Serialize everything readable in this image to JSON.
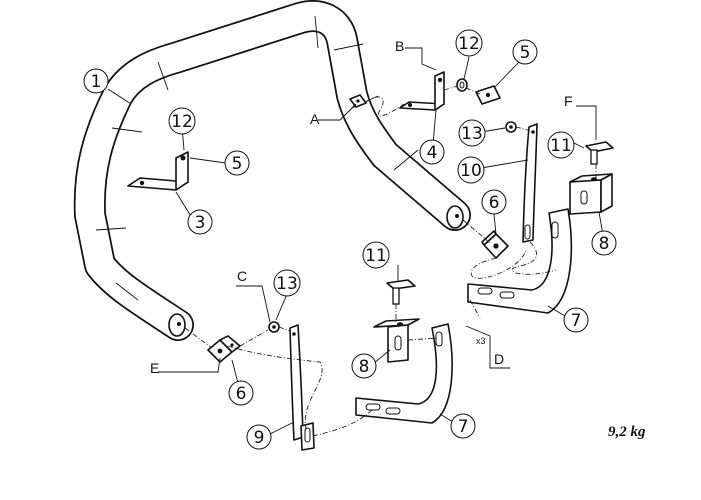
{
  "callouts": {
    "c1": "1",
    "c3": "3",
    "c4": "4",
    "c5a": "5",
    "c5b": "5",
    "c6a": "6",
    "c6b": "6",
    "c7a": "7",
    "c7b": "7",
    "c8a": "8",
    "c8b": "8",
    "c9": "9",
    "c10": "10",
    "c11a": "11",
    "c11b": "11",
    "c12a": "12",
    "c12b": "12",
    "c13a": "13",
    "c13b": "13"
  },
  "letters": {
    "A": "A",
    "B": "B",
    "C": "C",
    "D": "D",
    "E": "E",
    "F": "F"
  },
  "quantity_note": "x3",
  "weight": "9,2 kg",
  "colors": {
    "line": "#111111",
    "background": "#ffffff"
  }
}
